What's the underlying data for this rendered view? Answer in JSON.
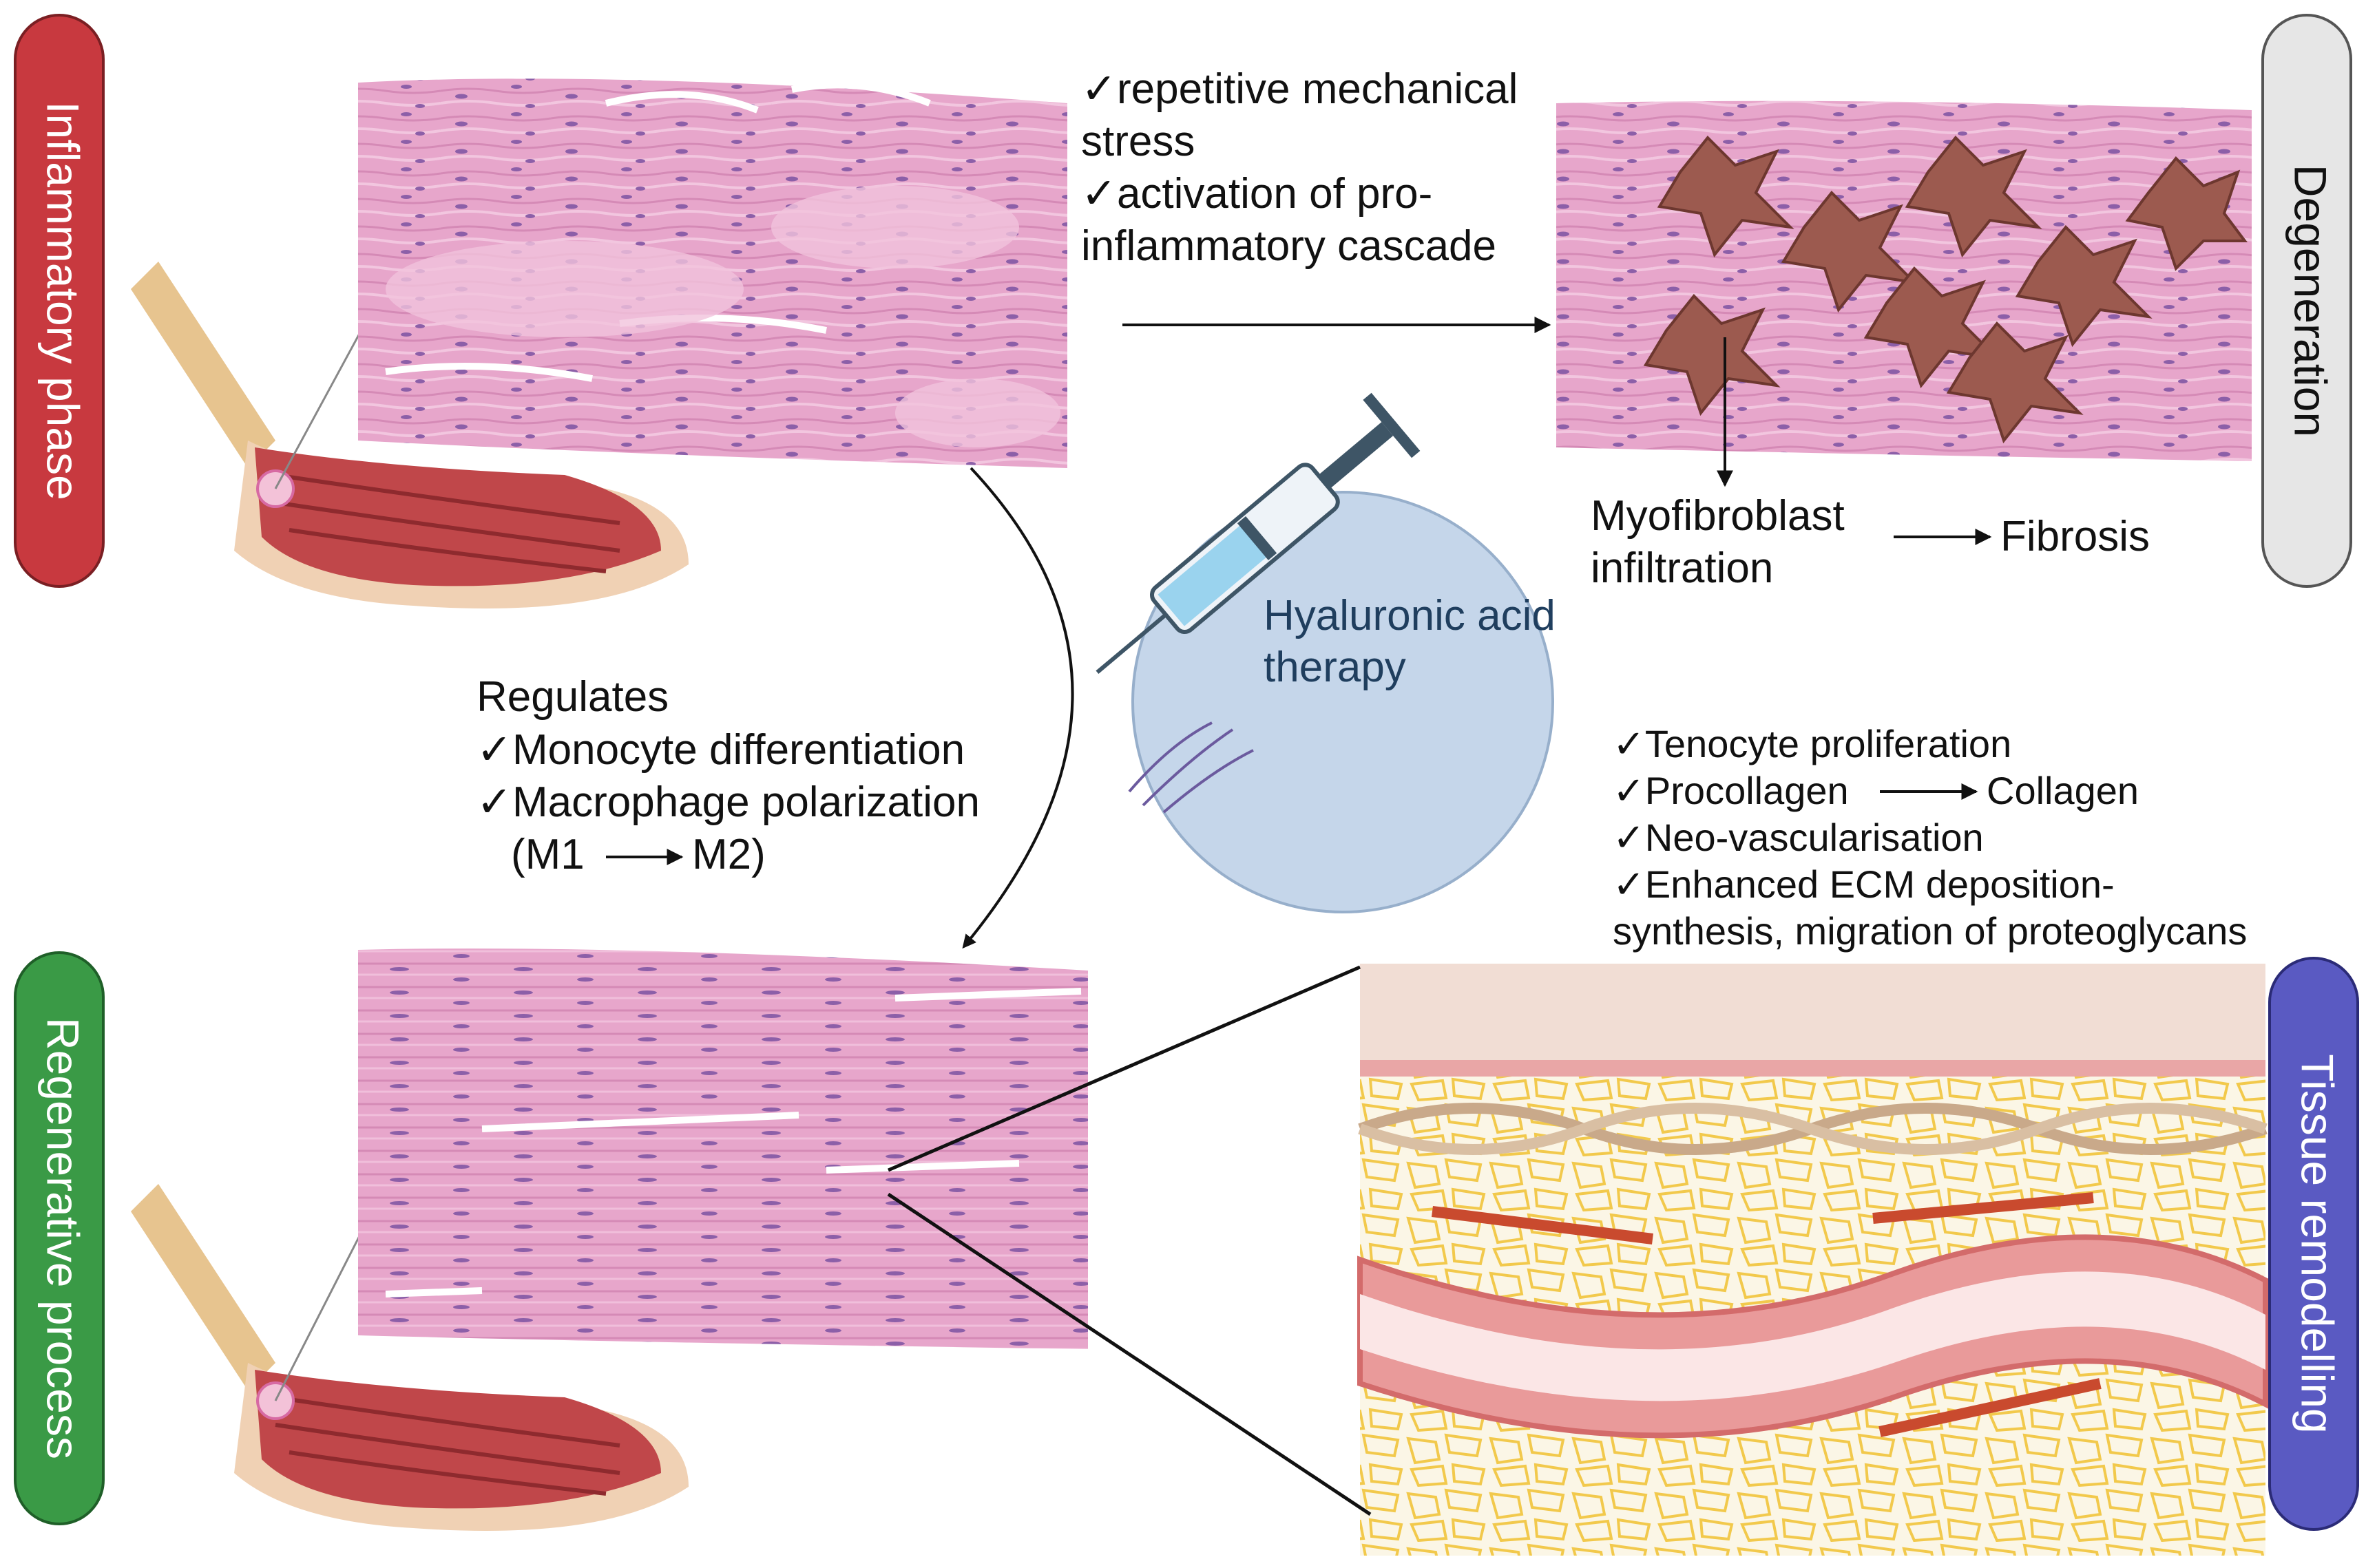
{
  "phases": {
    "inflammatory": "Inflammatory phase",
    "degeneration": "Degeneration",
    "regenerative": "Regenerative process",
    "remodelling": "Tissue remodelling"
  },
  "causes": {
    "check": "✓",
    "line1": "repetitive mechanical",
    "line2": "stress",
    "line3": "activation of pro-",
    "line4": "inflammatory cascade"
  },
  "degeneration_outcome": {
    "myofibroblast_line1": "Myofibroblast",
    "myofibroblast_line2": "infiltration",
    "fibrosis": "Fibrosis"
  },
  "therapy": {
    "line1": "Hyaluronic acid",
    "line2": "therapy"
  },
  "regulates": {
    "heading": "Regulates",
    "item1": "Monocyte differentiation",
    "item2": "Macrophage polarization",
    "m1": "(M1",
    "m2": "M2)"
  },
  "remodelling_effects": {
    "item1": "Tenocyte proliferation",
    "procollagen": "Procollagen",
    "collagen": "Collagen",
    "item3": "Neo-vascularisation",
    "item4a": "Enhanced ECM deposition-",
    "item4b": "synthesis, migration of proteoglycans"
  },
  "colors": {
    "inflammatory": "#c8393f",
    "degeneration": "#e6e6e6",
    "regenerative": "#3a9a46",
    "remodelling": "#5a5ac2",
    "tissue": "#e8a3c9",
    "therapy_circle": "#c5d6ea",
    "therapy_text": "#1f3e5e"
  }
}
